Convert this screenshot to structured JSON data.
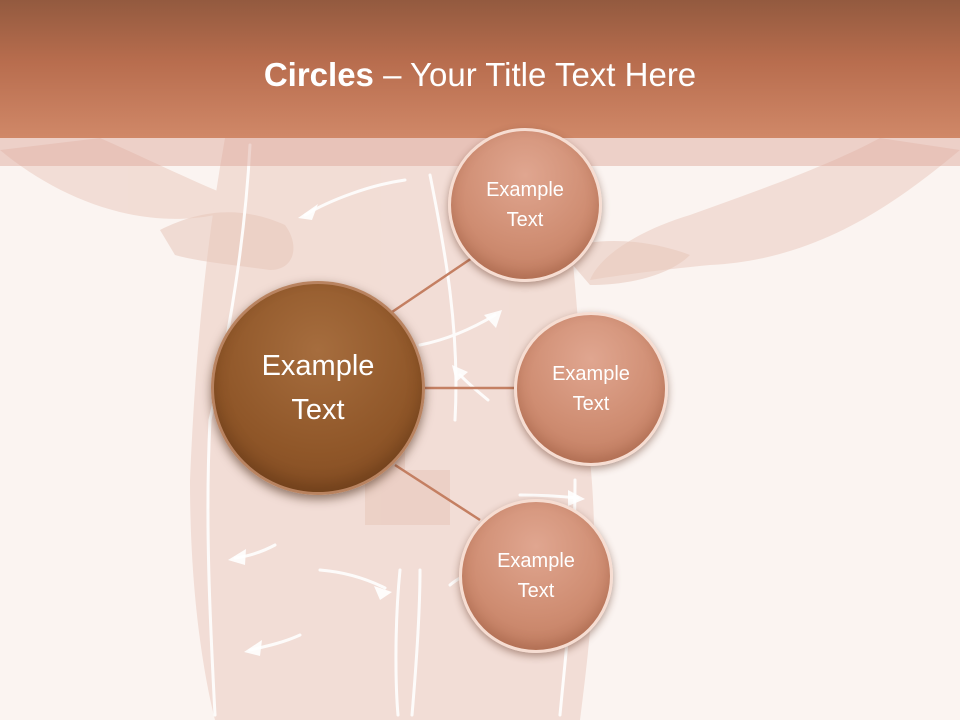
{
  "title": {
    "bold": "Circles",
    "rest": " – Your Title Text Here"
  },
  "center_circle": {
    "label_line1": "Example",
    "label_line2": "Text"
  },
  "satellites": [
    {
      "label_line1": "Example",
      "label_line2": "Text"
    },
    {
      "label_line1": "Example",
      "label_line2": "Text"
    },
    {
      "label_line1": "Example",
      "label_line2": "Text"
    }
  ],
  "colors": {
    "title_bar": "#b86d4e",
    "center_circle": "#8f5628",
    "satellite_circle": "#cf8d72",
    "connector": "#c47f62",
    "title_text": "#ffffff"
  }
}
